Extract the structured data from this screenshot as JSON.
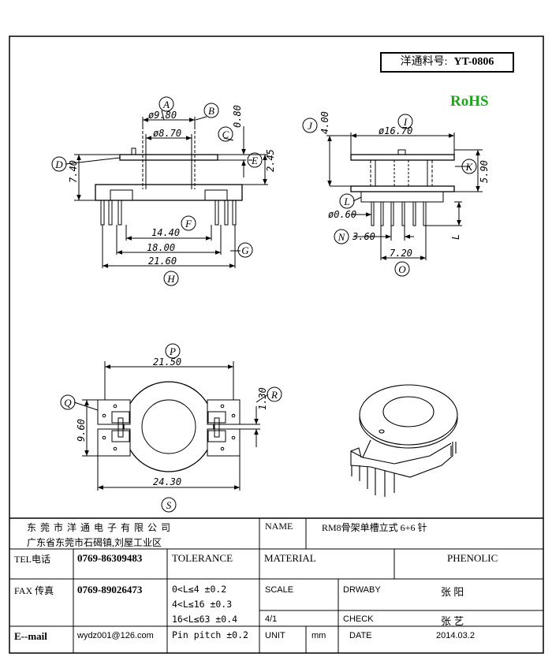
{
  "header": {
    "part_label": "洋通料号:",
    "part_no": "YT-0806",
    "rohs": "RoHS"
  },
  "dims": {
    "A": {
      "letter": "A",
      "value": "ø9.80"
    },
    "B": {
      "letter": "B",
      "value": "ø8.70"
    },
    "C": {
      "letter": "C",
      "value": "0.80"
    },
    "D": {
      "letter": "D",
      "value": "7.40"
    },
    "E": {
      "letter": "E",
      "value": "2.45"
    },
    "F": {
      "letter": "F",
      "value": "14.40"
    },
    "G": {
      "letter": "G",
      "value": "18.00"
    },
    "H": {
      "letter": "H",
      "value": "21.60"
    },
    "I": {
      "letter": "I",
      "value": "ø16.70"
    },
    "J": {
      "letter": "J",
      "value": "4.00"
    },
    "K": {
      "letter": "K",
      "value": "5.90"
    },
    "L": {
      "letter": "L",
      "value": "ø0.60",
      "sym": "L"
    },
    "N": {
      "letter": "N",
      "value": "3.60"
    },
    "O": {
      "letter": "O",
      "value": "7.20"
    },
    "P": {
      "letter": "P",
      "value": "21.50"
    },
    "Q": {
      "letter": "Q",
      "value": "9.60"
    },
    "R": {
      "letter": "R",
      "value": "1.30"
    },
    "S": {
      "letter": "S",
      "value": "24.30"
    }
  },
  "table": {
    "company_name": "东 莞 市 洋 通 电 子 有 限 公 司",
    "company_addr": "广东省东莞市石碣镇,刘屋工业区",
    "name_label": "NAME",
    "name_value": "RM8骨架单槽立式 6+6 针",
    "tel_label": "TEL电话",
    "tel_value": "0769-86309483",
    "tolerance_label": "TOLERANCE",
    "material_label": "MATERIAL",
    "material_value": "PHENOLIC",
    "fax_label": "FAX 传真",
    "fax_value": "0769-89026473",
    "tol_1": "0<L≤4   ±0.2",
    "tol_2": "4<L≤16  ±0.3",
    "tol_3": "16<L≤63 ±0.4",
    "tol_4": "Pin pitch ±0.2",
    "scale_label": "SCALE",
    "drawby_label": "DRWABY",
    "drawby_value": "张 阳",
    "scale_value": "4/1",
    "check_label": "CHECK",
    "check_value": "张 艺",
    "email_label": "E--mail",
    "email_value": "wydz001@126.com",
    "unit_label": "UNIT",
    "unit_value": "mm",
    "date_label": "DATE",
    "date_value": "2014.03.2"
  }
}
